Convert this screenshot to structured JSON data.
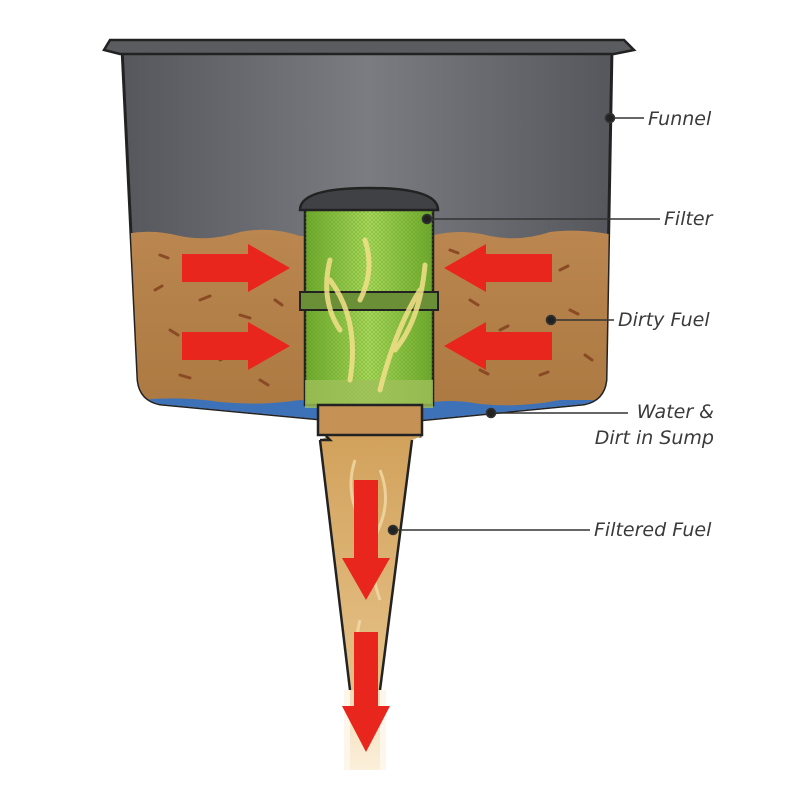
{
  "labels": {
    "funnel": "Funnel",
    "filter": "Filter",
    "dirty_fuel": "Dirty Fuel",
    "water_line1": "Water &",
    "water_line2": "Dirt in Sump",
    "filtered_fuel": "Filtered Fuel"
  },
  "colors": {
    "funnel_body": "#6b6d72",
    "funnel_outline": "#222222",
    "dirty_fuel": "#b5814a",
    "sediment": "#8a4a24",
    "water": "#3d72b8",
    "filter_screen": "#8cc63f",
    "filtered_fuel": "#d9a85c",
    "flow_arrow": "#e8261e",
    "leader_line": "#333333"
  }
}
